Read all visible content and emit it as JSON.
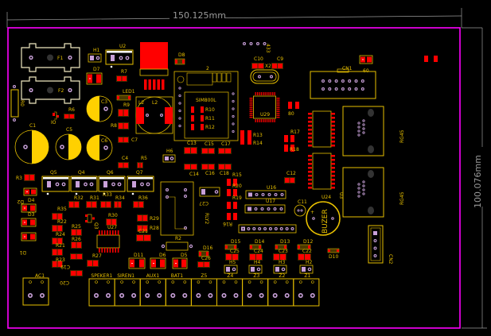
{
  "dimensions": {
    "width": "150.125mm",
    "height": "100.076mm"
  },
  "colors": {
    "board_outline": "#ff00ff",
    "copper_pad": "#ff0000",
    "silkscreen": "#e8c000",
    "hole": "#c8a0d8",
    "background": "#000000",
    "dimension": "#9a9a9a"
  },
  "components": {
    "F1": "F1",
    "F2": "F2",
    "H1": "H1",
    "U2": "U2",
    "D8": "D8",
    "D7": "D7",
    "R7": "R7",
    "LED1": "LED1",
    "R9": "R9",
    "R8": "R8",
    "C7": "C7",
    "L2a": "L2",
    "L2b": "L2",
    "MOD2": "2",
    "SIM": "SIM800L",
    "R10": "R10",
    "R11": "R11",
    "R12": "R12",
    "433": "433",
    "C10": "C10",
    "C9": "C9",
    "X2": "X2",
    "U29": "U29",
    "R13": "R13",
    "R14": "R14",
    "80": "80",
    "CN1": "CN1",
    "60": "60",
    "RG45a": "RG45",
    "RG45b": "RG45",
    "U3": "U3",
    "R17": "R17",
    "R18": "R18",
    "C1": "C1",
    "C5": "C5",
    "C3": "C3",
    "C6": "C6",
    "R0": "R0",
    "R6": "R6",
    "IO": "IO",
    "C13": "C13",
    "C15": "C15",
    "C17": "C17",
    "C14": "C14",
    "C16": "C16",
    "C18": "C18",
    "H6": "H6",
    "C4": "C4",
    "R5": "R5",
    "C12": "C12",
    "R3": "R3",
    "Q5": "Q5",
    "Q4": "Q4",
    "Q6": "Q6",
    "Q7": "Q7",
    "D2": "D2",
    "D4": "D4",
    "D3": "D3",
    "D1": "D1",
    "R32": "R32",
    "R31": "R31",
    "R33": "R33",
    "R34": "R34",
    "R36": "R36",
    "R35": "R35",
    "R22": "R22",
    "R24": "R24",
    "R21": "R21",
    "R23": "R23",
    "R25": "R25",
    "R26": "R26",
    "Q3": "Q3",
    "R30": "R30",
    "U27": "U27",
    "R29": "R29",
    "R28": "R28",
    "C21": "C21",
    "RLY2": "RLY2",
    "R2": "R2",
    "D11": "D11",
    "D6": "D6",
    "D5": "D5",
    "D16": "D16",
    "C26": "C26",
    "R15": "R15",
    "R20": "R20",
    "R19": "R19",
    "R16": "R16",
    "C27": "C27",
    "U16": "U16",
    "U17": "U17",
    "C11": "C11",
    "U24": "U24",
    "BUZER": "BUZER",
    "CN2": "CN2",
    "D15": "D15",
    "D14": "D14",
    "D13": "D13",
    "D12": "D12",
    "D10": "D10",
    "C25": "C25",
    "C24": "C24",
    "C23": "C23",
    "C22": "C22",
    "H5": "H5",
    "H4": "H4",
    "H3": "H3",
    "H2": "H2",
    "C19": "C19",
    "C20": "C20",
    "R27": "R27",
    "AC1": "AC1",
    "SPEKER1": "SPEKER1",
    "SIREN1": "SIREN1",
    "AUX1": "AUX1",
    "BAT1": "BAT1",
    "Z5": "Z5",
    "Z4": "Z4",
    "Z3": "Z3",
    "Z2": "Z2",
    "Z1": "Z1"
  }
}
